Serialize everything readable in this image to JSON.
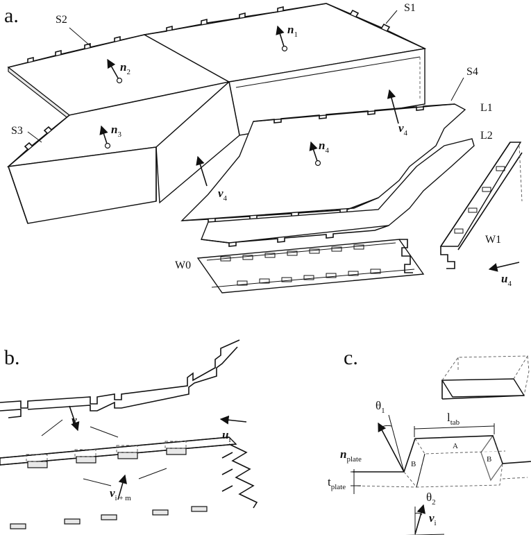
{
  "panels": {
    "a": {
      "label": "a.",
      "parts": {
        "s1": "S1",
        "s2": "S2",
        "s3": "S3",
        "s4": "S4",
        "l1": "L1",
        "l2": "L2",
        "w0": "W0",
        "w1": "W1"
      },
      "vectors": {
        "n1": {
          "sym": "n",
          "sub": "1"
        },
        "n2": {
          "sym": "n",
          "sub": "2"
        },
        "n3": {
          "sym": "n",
          "sub": "3"
        },
        "n4": {
          "sym": "n",
          "sub": "4"
        },
        "v4a": {
          "sym": "v",
          "sub": "4"
        },
        "v4b": {
          "sym": "v",
          "sub": "4"
        },
        "u4": {
          "sym": "u",
          "sub": "4"
        }
      }
    },
    "b": {
      "label": "b.",
      "vectors": {
        "vi": {
          "sym": "v",
          "sub": "i"
        },
        "vim": {
          "sym": "v",
          "sub": "i + m"
        },
        "ui": {
          "sym": "u",
          "sub": "i"
        }
      }
    },
    "c": {
      "label": "c.",
      "symbols": {
        "theta1": {
          "sym": "θ",
          "sub": "1"
        },
        "theta2": {
          "sym": "θ",
          "sub": "2"
        },
        "nplate": {
          "sym": "n",
          "sub": "plate"
        },
        "ltab": {
          "sym": "l",
          "sub": "tab"
        },
        "tplate": {
          "sym": "t",
          "sub": "plate"
        },
        "vi": {
          "sym": "v",
          "sub": "i"
        }
      },
      "faces": {
        "a": "A",
        "b1": "B",
        "b2": "B"
      }
    }
  }
}
